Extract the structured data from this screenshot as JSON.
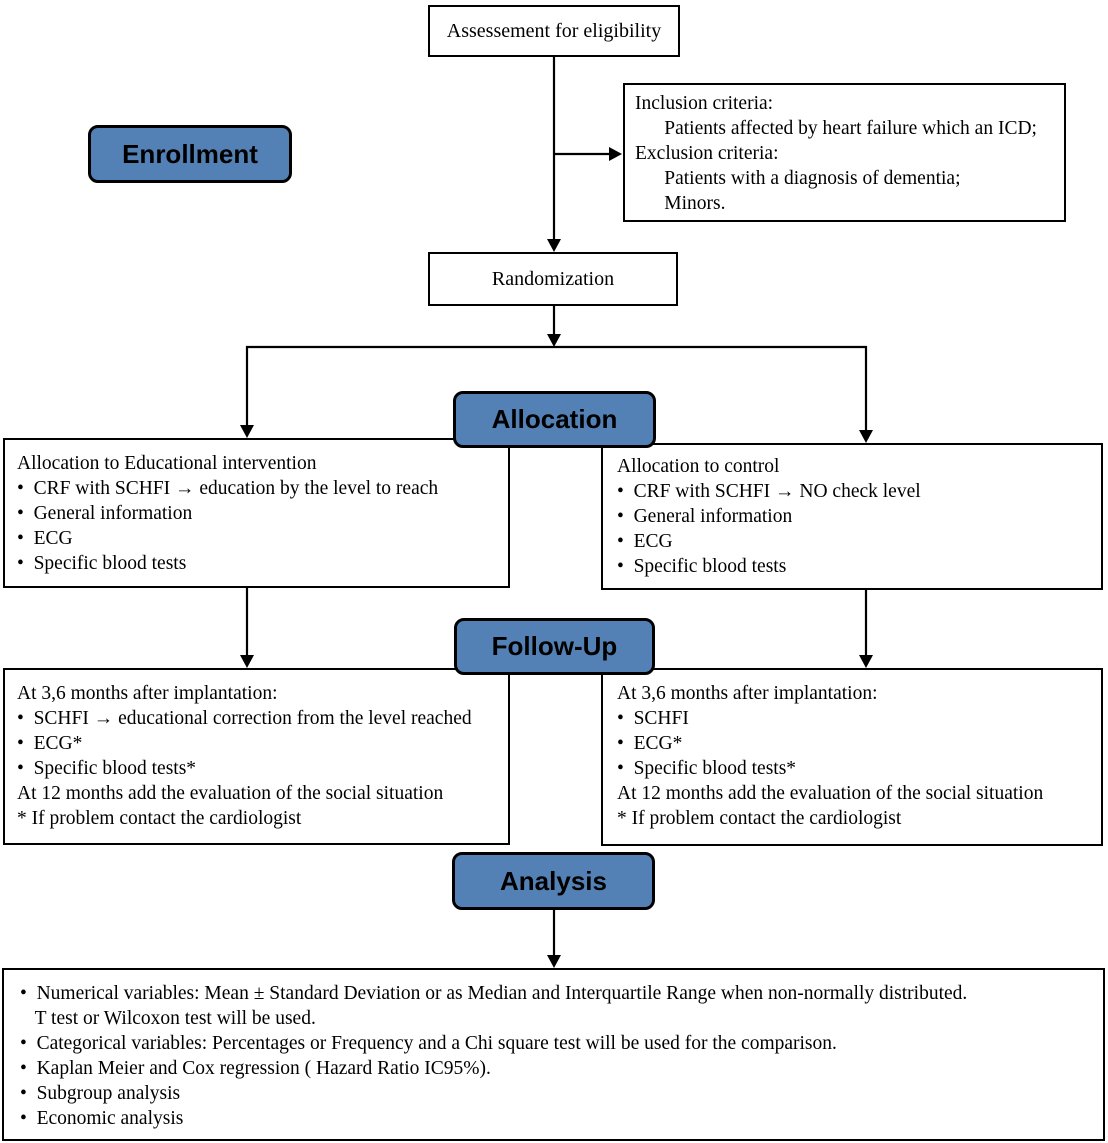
{
  "flow": {
    "eligibility_label": "Assessement for eligibility",
    "criteria_lines": [
      "Inclusion criteria:",
      "      Patients affected by heart failure which an ICD;",
      "Exclusion criteria:",
      "      Patients with a diagnosis of dementia;",
      "      Minors."
    ],
    "stage_labels": {
      "enrollment": "Enrollment",
      "allocation": "Allocation",
      "followup": "Follow-Up",
      "analysis": "Analysis"
    },
    "randomization_label": "Randomization",
    "alloc_left_lines": [
      "Allocation to Educational intervention",
      "•  CRF with SCHFI → education by the level to reach",
      "•  General information",
      "•  ECG",
      "•  Specific blood tests"
    ],
    "alloc_right_lines": [
      "Allocation to control",
      "•  CRF with SCHFI → NO check level",
      "•  General information",
      "•  ECG",
      "•  Specific blood tests"
    ],
    "fu_left_lines": [
      "At 3,6 months after implantation:",
      "•  SCHFI → educational correction from the level reached",
      "•  ECG*",
      "•  Specific blood tests*",
      "At 12 months add the evaluation of the social situation",
      "* If problem contact the cardiologist"
    ],
    "fu_right_lines": [
      "At 3,6 months after implantation:",
      "•  SCHFI",
      "•  ECG*",
      "•  Specific blood tests*",
      "At 12 months add the evaluation of the social situation",
      "* If problem contact the cardiologist"
    ],
    "analysis_lines": [
      "•  Numerical variables: Mean ± Standard Deviation or as Median and Interquartile Range when non-normally distributed.",
      "   T test or Wilcoxon test will be used.",
      "•  Categorical variables: Percentages or Frequency and a Chi square test will be used for the comparison.",
      "•  Kaplan Meier and Cox regression ( Hazard Ratio IC95%).",
      "•  Subgroup analysis",
      "•  Economic analysis"
    ]
  },
  "colors": {
    "stage_fill": "#5381b5",
    "box_border": "#000000",
    "line": "#000000",
    "background": "#ffffff"
  }
}
